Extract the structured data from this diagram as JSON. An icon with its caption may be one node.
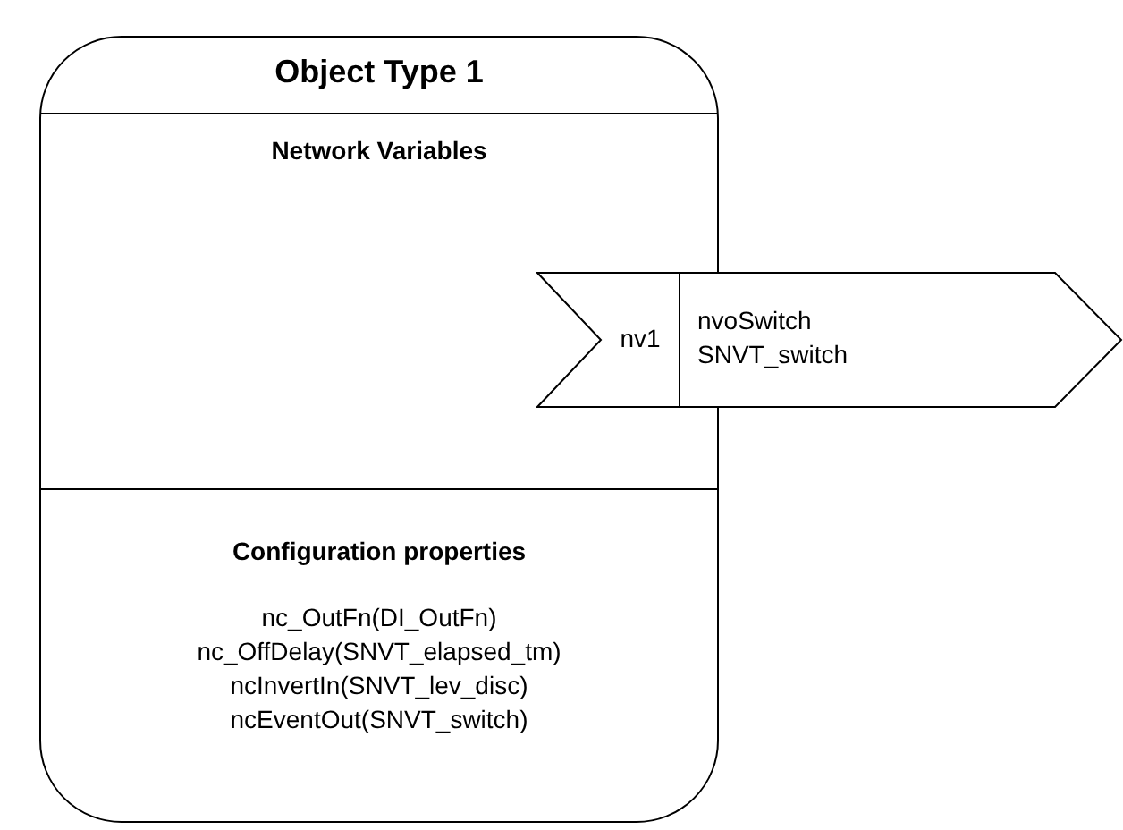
{
  "diagram": {
    "nodes": [
      {
        "text": [
          "Object Type 1"
        ]
      },
      {
        "text": [
          "Network Variables"
        ],
        "in": 0
      },
      {
        "text": [
          "nv1",
          "nvoSwitch SNVT_switch"
        ]
      },
      {
        "text": [
          "Configuration properties",
          "nc_OutFn(DI_OutFn)",
          "nc_OffDelay(SNVT_elapsed_tm)",
          "ncInvertIn(SNVT_lev_disc)",
          "ncEventOut(SNVT_switch)"
        ],
        "in": 0
      }
    ],
    "edges": []
  }
}
